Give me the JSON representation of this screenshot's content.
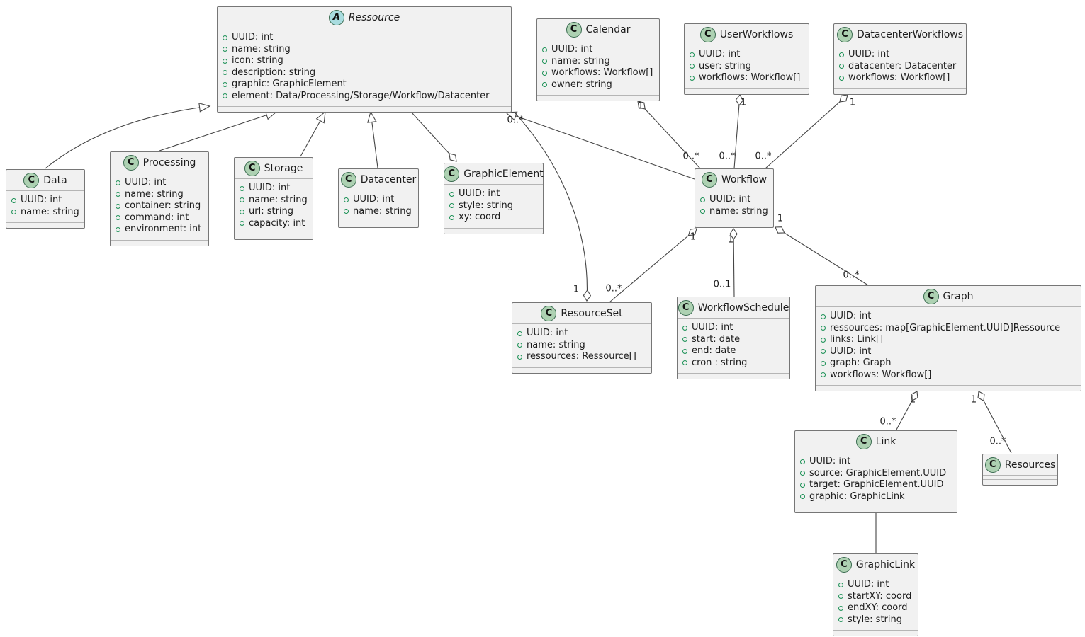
{
  "diagram_type": "uml-class-diagram",
  "colors": {
    "class_fill": "#f1f1f1",
    "class_border": "#767676",
    "separator": "#b5b5b5",
    "class_icon_fill": "#ADD1B2",
    "abstract_icon_fill": "#A9DCDF",
    "icon_border": "#3a6b50",
    "field_icon_green": "#199054",
    "edge_line": "#454545",
    "background": "#ffffff"
  },
  "classes": [
    {
      "name": "Ressource",
      "kind": "abstract",
      "icon_letter": "A",
      "attributes": [
        "UUID: int",
        "name: string",
        "icon: string",
        "description: string",
        "graphic: GraphicElement",
        "element: Data/Processing/Storage/Workflow/Datacenter"
      ]
    },
    {
      "name": "Calendar",
      "kind": "class",
      "icon_letter": "C",
      "attributes": [
        "UUID: int",
        "name: string",
        "workflows: Workflow[]",
        "owner: string"
      ]
    },
    {
      "name": "UserWorkflows",
      "kind": "class",
      "icon_letter": "C",
      "attributes": [
        "UUID: int",
        "user: string",
        "workflows: Workflow[]"
      ]
    },
    {
      "name": "DatacenterWorkflows",
      "kind": "class",
      "icon_letter": "C",
      "attributes": [
        "UUID: int",
        "datacenter: Datacenter",
        "workflows: Workflow[]"
      ]
    },
    {
      "name": "Data",
      "kind": "class",
      "icon_letter": "C",
      "attributes": [
        "UUID: int",
        "name: string"
      ]
    },
    {
      "name": "Processing",
      "kind": "class",
      "icon_letter": "C",
      "attributes": [
        "UUID: int",
        "name: string",
        "container: string",
        "command: int",
        "environment: int"
      ]
    },
    {
      "name": "Storage",
      "kind": "class",
      "icon_letter": "C",
      "attributes": [
        "UUID: int",
        "name: string",
        "url: string",
        "capacity: int"
      ]
    },
    {
      "name": "Datacenter",
      "kind": "class",
      "icon_letter": "C",
      "attributes": [
        "UUID: int",
        "name: string"
      ]
    },
    {
      "name": "GraphicElement",
      "kind": "class",
      "icon_letter": "C",
      "attributes": [
        "UUID: int",
        "style: string",
        "xy: coord"
      ]
    },
    {
      "name": "Workflow",
      "kind": "class",
      "icon_letter": "C",
      "attributes": [
        "UUID: int",
        "name: string"
      ]
    },
    {
      "name": "ResourceSet",
      "kind": "class",
      "icon_letter": "C",
      "attributes": [
        "UUID: int",
        "name: string",
        "ressources: Ressource[]"
      ]
    },
    {
      "name": "WorkflowSchedule",
      "kind": "class",
      "icon_letter": "C",
      "attributes": [
        "UUID: int",
        "start: date",
        "end: date",
        "cron : string"
      ]
    },
    {
      "name": "Graph",
      "kind": "class",
      "icon_letter": "C",
      "attributes": [
        "UUID: int",
        "ressources: map[GraphicElement.UUID]Ressource",
        "links: Link[]",
        "UUID: int",
        "graph: Graph",
        "workflows: Workflow[]"
      ]
    },
    {
      "name": "Link",
      "kind": "class",
      "icon_letter": "C",
      "attributes": [
        "UUID: int",
        "source: GraphicElement.UUID",
        "target: GraphicElement.UUID",
        "graphic: GraphicLink"
      ]
    },
    {
      "name": "Resources",
      "kind": "class",
      "icon_letter": "C",
      "attributes": []
    },
    {
      "name": "GraphicLink",
      "kind": "class",
      "icon_letter": "C",
      "attributes": [
        "UUID: int",
        "startXY: coord",
        "endXY: coord",
        "style: string"
      ]
    }
  ],
  "relations": [
    {
      "type": "extension",
      "source": "Data",
      "target": "Ressource"
    },
    {
      "type": "extension",
      "source": "Processing",
      "target": "Ressource"
    },
    {
      "type": "extension",
      "source": "Storage",
      "target": "Ressource"
    },
    {
      "type": "extension",
      "source": "Datacenter",
      "target": "Ressource"
    },
    {
      "type": "extension",
      "source": "Workflow",
      "target": "Ressource"
    },
    {
      "type": "aggregation",
      "source": "GraphicElement",
      "target": "Ressource"
    },
    {
      "type": "aggregation",
      "source": "Calendar",
      "target": "Workflow",
      "source_mult": "1",
      "target_mult": "0..*"
    },
    {
      "type": "aggregation",
      "source": "UserWorkflows",
      "target": "Workflow",
      "source_mult": "1",
      "target_mult": "0..*"
    },
    {
      "type": "aggregation",
      "source": "DatacenterWorkflows",
      "target": "Workflow",
      "source_mult": "1",
      "target_mult": "0..*"
    },
    {
      "type": "aggregation",
      "source": "ResourceSet",
      "target": "Ressource",
      "source_mult": "1",
      "target_mult": "0..*"
    },
    {
      "type": "aggregation",
      "source": "Workflow",
      "target": "ResourceSet",
      "source_mult": "1",
      "target_mult": "0..*"
    },
    {
      "type": "aggregation",
      "source": "Workflow",
      "target": "WorkflowSchedule",
      "source_mult": "1",
      "target_mult": "0..1"
    },
    {
      "type": "aggregation",
      "source": "Workflow",
      "target": "Graph",
      "source_mult": "1",
      "target_mult": "0..*"
    },
    {
      "type": "aggregation",
      "source": "Graph",
      "target": "Link",
      "source_mult": "1",
      "target_mult": "0..*"
    },
    {
      "type": "aggregation",
      "source": "Graph",
      "target": "Resources",
      "source_mult": "1",
      "target_mult": "0..*"
    },
    {
      "type": "association",
      "source": "Link",
      "target": "GraphicLink"
    }
  ]
}
